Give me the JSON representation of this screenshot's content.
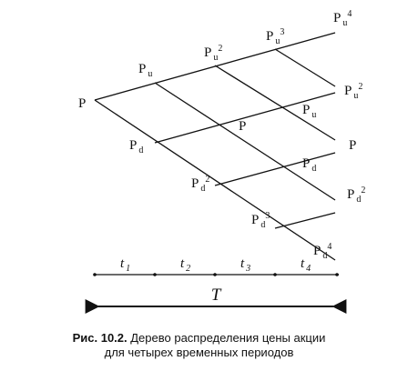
{
  "diagram": {
    "nodes": [
      {
        "id": "n0",
        "base": "P",
        "sub": "",
        "sup": ""
      },
      {
        "id": "n1u",
        "base": "P",
        "sub": "u",
        "sup": ""
      },
      {
        "id": "n1d",
        "base": "P",
        "sub": "d",
        "sup": ""
      },
      {
        "id": "n2u",
        "base": "P",
        "sub": "u",
        "sup": "2"
      },
      {
        "id": "n2m",
        "base": "P",
        "sub": "",
        "sup": ""
      },
      {
        "id": "n2d",
        "base": "P",
        "sub": "d",
        "sup": "2"
      },
      {
        "id": "n3u",
        "base": "P",
        "sub": "u",
        "sup": "3"
      },
      {
        "id": "n3a",
        "base": "P",
        "sub": "u",
        "sup": ""
      },
      {
        "id": "n3b",
        "base": "P",
        "sub": "d",
        "sup": ""
      },
      {
        "id": "n3d",
        "base": "P",
        "sub": "d",
        "sup": "3"
      },
      {
        "id": "n4u",
        "base": "P",
        "sub": "u",
        "sup": "4"
      },
      {
        "id": "n4a",
        "base": "P",
        "sub": "u",
        "sup": "2"
      },
      {
        "id": "n4m",
        "base": "P",
        "sub": "",
        "sup": ""
      },
      {
        "id": "n4b",
        "base": "P",
        "sub": "d",
        "sup": "2"
      },
      {
        "id": "n4d",
        "base": "P",
        "sub": "d",
        "sup": "4"
      }
    ],
    "periods": [
      {
        "base": "t",
        "sub": "1"
      },
      {
        "base": "t",
        "sub": "2"
      },
      {
        "base": "t",
        "sub": "3"
      },
      {
        "base": "t",
        "sub": "4"
      }
    ],
    "total_label": "T"
  },
  "caption": {
    "prefix": "Рис. 10.2.",
    "line1": " Дерево распределения цены акции",
    "line2": "для четырех временных периодов"
  }
}
